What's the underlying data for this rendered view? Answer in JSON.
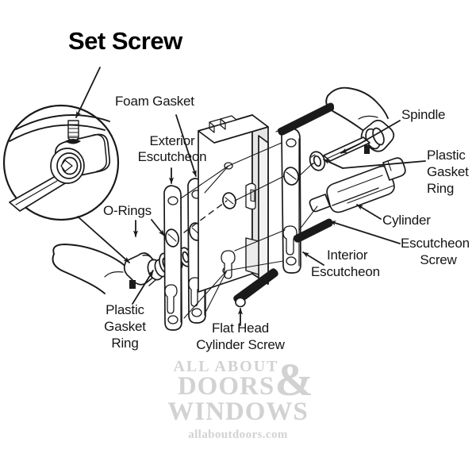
{
  "diagram": {
    "title": "Set Screw",
    "kind": "exploded-parts-diagram",
    "subject": "Mortise lock handle set",
    "colors": {
      "line": "#1a1a1a",
      "fill": "#ffffff",
      "shade": "#d9d9d9",
      "text": "#151515",
      "watermark": "#d2d2d2"
    }
  },
  "labels": {
    "set_screw": "Set Screw",
    "foam_gasket": "Foam Gasket",
    "exterior_escutcheon_l1": "Exterior",
    "exterior_escutcheon_l2": "Escutcheon",
    "o_rings": "O-Rings",
    "plastic_gasket_ring_left_l1": "Plastic",
    "plastic_gasket_ring_left_l2": "Gasket",
    "plastic_gasket_ring_left_l3": "Ring",
    "spindle": "Spindle",
    "plastic_gasket_ring_right_l1": "Plastic",
    "plastic_gasket_ring_right_l2": "Gasket",
    "plastic_gasket_ring_right_l3": "Ring",
    "cylinder": "Cylinder",
    "escutcheon_screw_l1": "Escutcheon",
    "escutcheon_screw_l2": "Screw",
    "interior_escutcheon_l1": "Interior",
    "interior_escutcheon_l2": "Escutcheon",
    "flat_head_cylinder_screw_l1": "Flat Head",
    "flat_head_cylinder_screw_l2": "Cylinder Screw"
  },
  "parts": [
    {
      "id": "set-screw",
      "name": "Set Screw"
    },
    {
      "id": "foam-gasket",
      "name": "Foam Gasket"
    },
    {
      "id": "exterior-escutcheon",
      "name": "Exterior Escutcheon"
    },
    {
      "id": "o-rings",
      "name": "O-Rings"
    },
    {
      "id": "plastic-gasket-ring",
      "name": "Plastic Gasket Ring"
    },
    {
      "id": "spindle",
      "name": "Spindle"
    },
    {
      "id": "cylinder",
      "name": "Cylinder"
    },
    {
      "id": "escutcheon-screw",
      "name": "Escutcheon Screw"
    },
    {
      "id": "interior-escutcheon",
      "name": "Interior Escutcheon"
    },
    {
      "id": "flat-head-cylinder-screw",
      "name": "Flat Head Cylinder Screw"
    },
    {
      "id": "lock-body",
      "name": "Lock Body"
    },
    {
      "id": "lever-handle",
      "name": "Lever Handle"
    },
    {
      "id": "detail-circle",
      "name": "Magnified Detail View"
    }
  ],
  "watermark": {
    "line1": "ALL ABOUT",
    "line2": "DOORS",
    "line3": "WINDOWS",
    "ampersand": "&",
    "url": "allaboutdoors.com"
  }
}
